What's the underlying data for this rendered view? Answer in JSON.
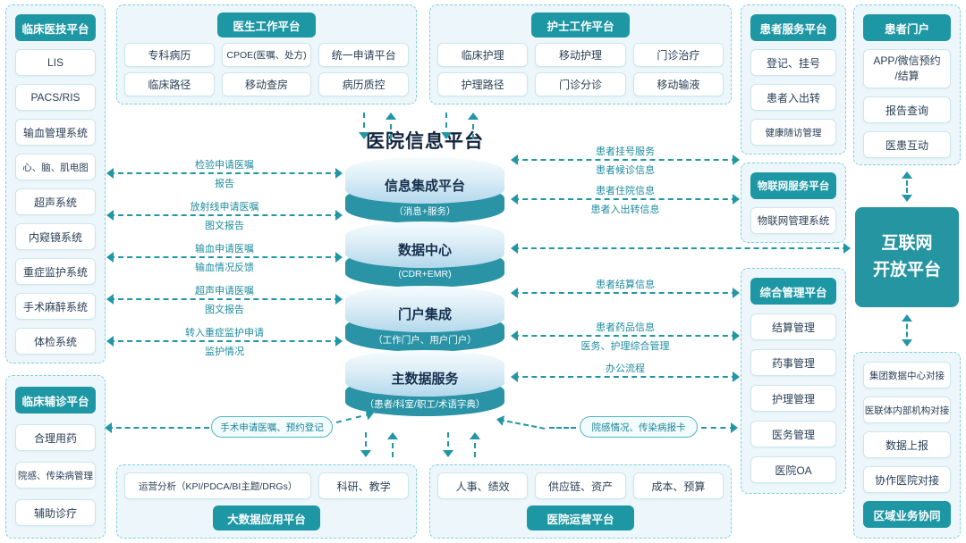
{
  "colors": {
    "teal": "#1e97a5",
    "arrow": "#2196a5",
    "cylinder_dark": "#2a93a6",
    "panel_bg": "#edf7fb",
    "panel_border": "#7ecfdb"
  },
  "cylinder": {
    "title": "医院信息平台",
    "layers": [
      {
        "title": "信息集成平台",
        "subtitle": "（消息+服务）"
      },
      {
        "title": "数据中心",
        "subtitle": "(CDR+EMR)"
      },
      {
        "title": "门户集成",
        "subtitle": "（工作门户、用户门户）"
      },
      {
        "title": "主数据服务",
        "subtitle": "（患者/科室/职工/术语字典）"
      }
    ]
  },
  "panels": {
    "clinical_tech": {
      "header": "临床医技平台",
      "items": [
        "LIS",
        "PACS/RIS",
        "输血管理系统",
        "心、脑、肌电图",
        "超声系统",
        "内窥镜系统",
        "重症监护系统",
        "手术麻醉系统",
        "体检系统"
      ]
    },
    "clinical_assist": {
      "header": "临床辅诊平台",
      "items": [
        "合理用药",
        "院感、传染病管理",
        "辅助诊疗"
      ]
    },
    "doctor": {
      "header": "医生工作平台",
      "items": [
        "专科病历",
        "CPOE(医嘱、处方)",
        "统一申请平台",
        "临床路径",
        "移动查房",
        "病历质控"
      ]
    },
    "nurse": {
      "header": "护士工作平台",
      "items": [
        "临床护理",
        "移动护理",
        "门诊治疗",
        "护理路径",
        "门诊分诊",
        "移动输液"
      ]
    },
    "patient_service": {
      "header": "患者服务平台",
      "items": [
        "登记、挂号",
        "患者入出转",
        "健康随访管理"
      ]
    },
    "iot": {
      "header": "物联网服务平台",
      "items": [
        "物联网管理系统"
      ]
    },
    "admin": {
      "header": "综合管理平台",
      "items": [
        "结算管理",
        "药事管理",
        "护理管理",
        "医务管理",
        "医院OA"
      ]
    },
    "patient_portal": {
      "header": "患者门户",
      "items": [
        "APP/微信预约\n/结算",
        "报告查询",
        "医患互动"
      ]
    },
    "internet": {
      "label": "互联网\n开放平台"
    },
    "region": {
      "items": [
        "集团数据中心对接",
        "医联体内部机构对接",
        "数据上报",
        "协作医院对接"
      ],
      "footer": "区域业务协同"
    },
    "bigdata": {
      "header": "大数据应用平台",
      "items": [
        "运营分析（KPI/PDCA/BI主题/DRGs）",
        "科研、教学"
      ]
    },
    "operation": {
      "header": "医院运营平台",
      "items": [
        "人事、绩效",
        "供应链、资产",
        "成本、预算"
      ]
    }
  },
  "left_arrows": [
    {
      "top": "检验申请医嘱",
      "bottom": "报告"
    },
    {
      "top": "放射线申请医嘱",
      "bottom": "图文报告"
    },
    {
      "top": "输血申请医嘱",
      "bottom": "输血情况反馈"
    },
    {
      "top": "超声申请医嘱",
      "bottom": "图文报告"
    },
    {
      "top": "转入重症监护申请",
      "bottom": "监护情况"
    }
  ],
  "right_arrows": [
    {
      "top": "患者挂号服务",
      "bottom": "患者候诊信息"
    },
    {
      "top": "患者住院信息",
      "bottom": "患者入出转信息"
    },
    {
      "top": "患者结算信息",
      "bottom": ""
    },
    {
      "top": "患者药品信息",
      "bottom": "医务、护理综合管理"
    },
    {
      "top": "办公流程",
      "bottom": ""
    }
  ],
  "pills": {
    "surgery": "手术申请医嘱、预约登记",
    "infection": "院感情况、传染病报卡"
  }
}
